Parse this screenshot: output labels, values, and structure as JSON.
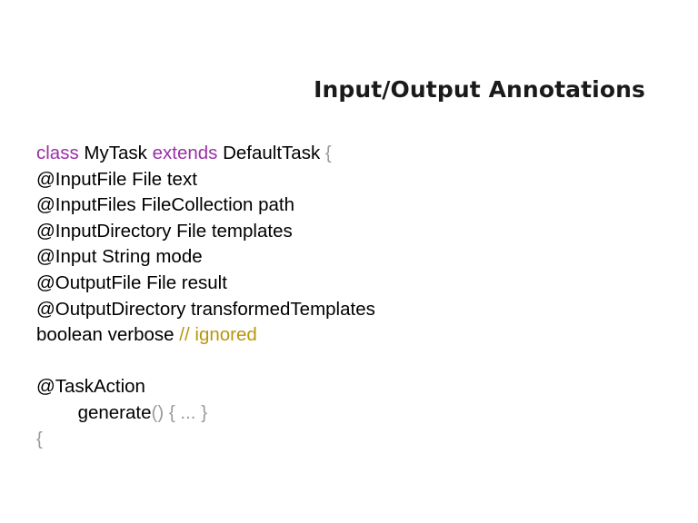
{
  "slide": {
    "title": "Input/Output Annotations",
    "background_color": "#ffffff"
  },
  "colors": {
    "keyword": "#9B30A8",
    "punctuation": "#9a9a9a",
    "comment": "#B8960C",
    "plain": "#000000",
    "title": "#1a1a1a"
  },
  "code": {
    "language": "groovy",
    "lines": [
      {
        "index": 0,
        "text": "class MyTask extends DefaultTask {",
        "tokens": [
          {
            "text": "class",
            "kind": "keyword"
          },
          {
            "text": " MyTask ",
            "kind": "plain"
          },
          {
            "text": "extends",
            "kind": "keyword"
          },
          {
            "text": " DefaultTask ",
            "kind": "plain"
          },
          {
            "text": "{",
            "kind": "punct"
          }
        ]
      },
      {
        "index": 1,
        "text": "@InputFile File text",
        "tokens": [
          {
            "text": "@InputFile File text",
            "kind": "plain"
          }
        ]
      },
      {
        "index": 2,
        "text": "@InputFiles FileCollection path",
        "tokens": [
          {
            "text": "@InputFiles FileCollection path",
            "kind": "plain"
          }
        ]
      },
      {
        "index": 3,
        "text": "@InputDirectory File templates",
        "tokens": [
          {
            "text": "@InputDirectory File templates",
            "kind": "plain"
          }
        ]
      },
      {
        "index": 4,
        "text": "@Input String mode",
        "tokens": [
          {
            "text": "@Input String mode",
            "kind": "plain"
          }
        ]
      },
      {
        "index": 5,
        "text": "@OutputFile File result",
        "tokens": [
          {
            "text": "@OutputFile File result",
            "kind": "plain"
          }
        ]
      },
      {
        "index": 6,
        "text": "@OutputDirectory transformedTemplates",
        "tokens": [
          {
            "text": "@OutputDirectory transformedTemplates",
            "kind": "plain"
          }
        ]
      },
      {
        "index": 7,
        "text": "boolean verbose // ignored",
        "tokens": [
          {
            "text": "boolean verbose ",
            "kind": "plain"
          },
          {
            "text": "// ignored",
            "kind": "comment"
          }
        ]
      },
      {
        "index": 8,
        "text": "",
        "tokens": []
      },
      {
        "index": 9,
        "text": "@TaskAction",
        "tokens": [
          {
            "text": "@TaskAction",
            "kind": "plain"
          }
        ]
      },
      {
        "index": 10,
        "text": "        generate() { ... }",
        "tokens": [
          {
            "text": "        ",
            "kind": "indent"
          },
          {
            "text": "generate",
            "kind": "plain"
          },
          {
            "text": "() { ... }",
            "kind": "punct"
          }
        ]
      },
      {
        "index": 11,
        "text": "{",
        "tokens": [
          {
            "text": "{",
            "kind": "punct"
          }
        ]
      }
    ]
  }
}
